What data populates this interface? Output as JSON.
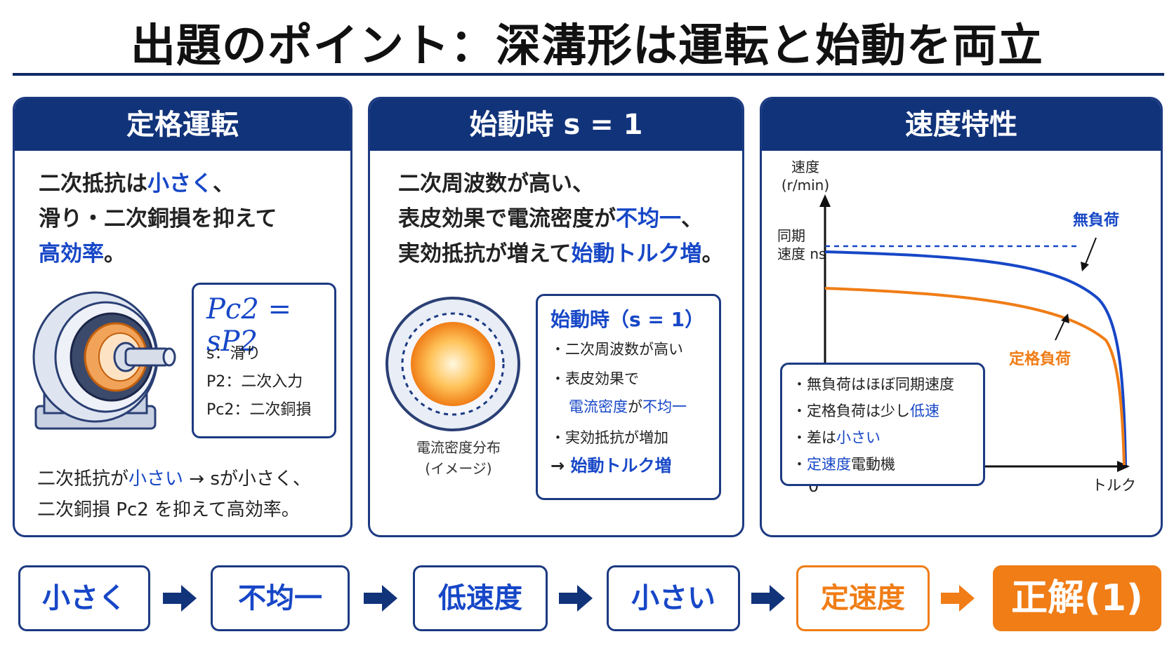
{
  "title": "出題のポイント：深溝形は運転と始動を両立",
  "panel_rated": {
    "header": "定格運転",
    "line1_prefix": "二次抵抗は",
    "line1_highlight": "小さく",
    "line1_suffix": "、",
    "line2": "滑り・二次銅損を抑えて",
    "line3_highlight": "高効率",
    "line3_suffix": "。",
    "formula": {
      "main": "Pc2 = sP2",
      "items": [
        "s：滑り",
        "P2：二次入力",
        "Pc2：二次銅損"
      ]
    },
    "bottom_line1_prefix": "二次抵抗が",
    "bottom_line1_highlight": "小さい",
    "bottom_line1_suffix": " → sが小さく、",
    "bottom_line2": "二次銅損 Pc2 を抑えて高効率。"
  },
  "panel_start": {
    "header": "始動時 s = 1",
    "line1": "二次周波数が高い、",
    "line2_prefix": "表皮効果で電流密度が",
    "line2_highlight": "不均一",
    "line2_suffix": "、",
    "line3_prefix": "実効抵抗が増えて",
    "line3_highlight": "始動トルク増",
    "line3_suffix": "。",
    "disk_caption_1": "電流密度分布",
    "disk_caption_2": "(イメージ)",
    "box_title": "始動時（s = 1）",
    "box_item1": "・二次周波数が高い",
    "box_item2": "・表皮効果で",
    "box_item2b_highlight1": "電流密度",
    "box_item2b_mid": "が",
    "box_item2b_highlight2": "不均一",
    "box_item3": "・実効抵抗が増加",
    "box_item4_prefix": "→ ",
    "box_item4_highlight": "始動トルク増"
  },
  "panel_speed": {
    "header": "速度特性",
    "chart_data": {
      "type": "line",
      "ylabel_1": "速度",
      "ylabel_2": "(r/min)",
      "sync_label_1": "同期",
      "sync_label_2": "速度 ns",
      "xlabel": "トルク",
      "origin": "0",
      "series": [
        {
          "name": "無負荷",
          "color": "#1747c7"
        },
        {
          "name": "定格負荷",
          "color": "#f07d16"
        }
      ]
    },
    "box_item1": "・無負荷はほぼ同期速度",
    "box_item2_prefix": "・定格負荷は少し",
    "box_item2_highlight": "低速",
    "box_item3_prefix": "・差は",
    "box_item3_highlight": "小さい",
    "box_item4_prefix": "・",
    "box_item4_highlight": "定速度",
    "box_item4_suffix": "電動機"
  },
  "flow": [
    "小さく",
    "不均一",
    "低速度",
    "小さい",
    "定速度",
    "正解(1)"
  ],
  "colors": {
    "navy": "#11337a",
    "blue": "#1747c7",
    "orange": "#f07d16"
  }
}
